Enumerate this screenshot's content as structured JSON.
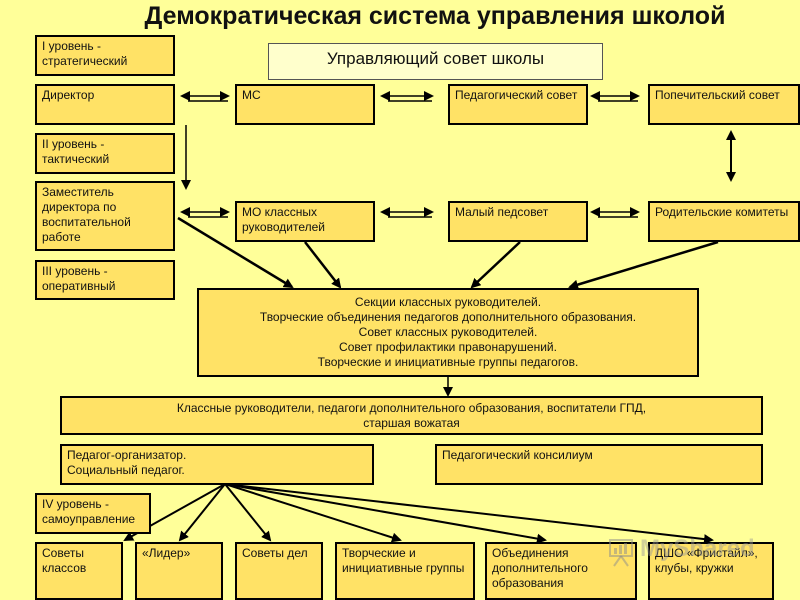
{
  "title": "Демократическая система управления школой",
  "levels": {
    "l1": "I уровень - стратегический",
    "l2": "II уровень - тактический",
    "l3": "III уровень - оперативный",
    "l4": "IV уровень - самоуправление"
  },
  "council": "Управляющий совет школы",
  "row1": {
    "director": "Директор",
    "ms": "МС",
    "ped_council": "Педагогический совет",
    "trustees": "Попечительский совет"
  },
  "row2": {
    "deputy": "Заместитель директора по воспитательной работе",
    "mo": "МО классных руководителей",
    "small_council": "Малый педсовет",
    "parents": "Родительские комитеты"
  },
  "sections": {
    "line1": "Секции классных руководителей.",
    "line2": "Творческие объединения педагогов дополнительного образования.",
    "line3": "Совет классных руководителей.",
    "line4": "Совет профилактики правонарушений.",
    "line5": "Творческие и инициативные группы педагогов."
  },
  "teachers": {
    "line1": "Классные руководители, педагоги дополнительного образования, воспитатели ГПД,",
    "line2": "старшая вожатая"
  },
  "organizer": {
    "line1": "Педагог-организатор.",
    "line2": "Социальный педагог."
  },
  "consilium": "Педагогический консилиум",
  "bottom": {
    "b1": "Советы классов",
    "b2": "«Лидер»",
    "b3": "Советы дел",
    "b4": "Творческие и инициативные группы",
    "b5": "Объединения дополнительного образования",
    "b6": "ДШО «Фристайл», клубы, кружки"
  },
  "watermark": "MyShared"
}
